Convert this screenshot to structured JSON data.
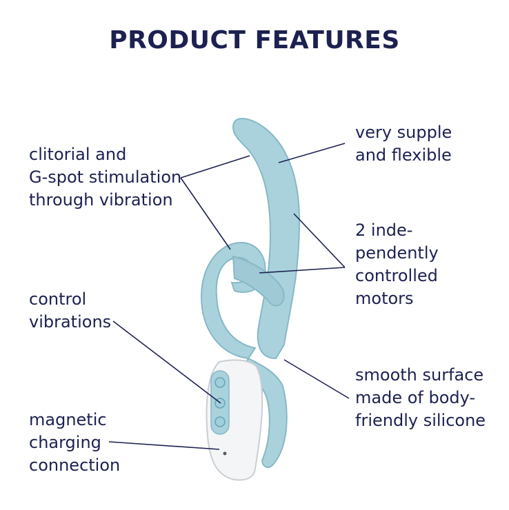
{
  "title": "PRODUCT FEATURES",
  "colors": {
    "text": "#1c2150",
    "product_body": "#a9d2dd",
    "product_shadow": "#86b8c6",
    "handle": "#f4f5f6",
    "button": "#9fcfdc"
  },
  "features": {
    "stimulation": [
      "clitorial and",
      "G-spot stimulation",
      "through vibration"
    ],
    "control": [
      "control",
      "vibrations"
    ],
    "charging": [
      "magnetic",
      "charging",
      "connection"
    ],
    "supple": [
      "very supple",
      "and flexible"
    ],
    "motors": [
      "2 inde-",
      "pendently",
      "controlled",
      "motors"
    ],
    "surface": [
      "smooth surface",
      "made of body-",
      "friendly silicone"
    ]
  }
}
